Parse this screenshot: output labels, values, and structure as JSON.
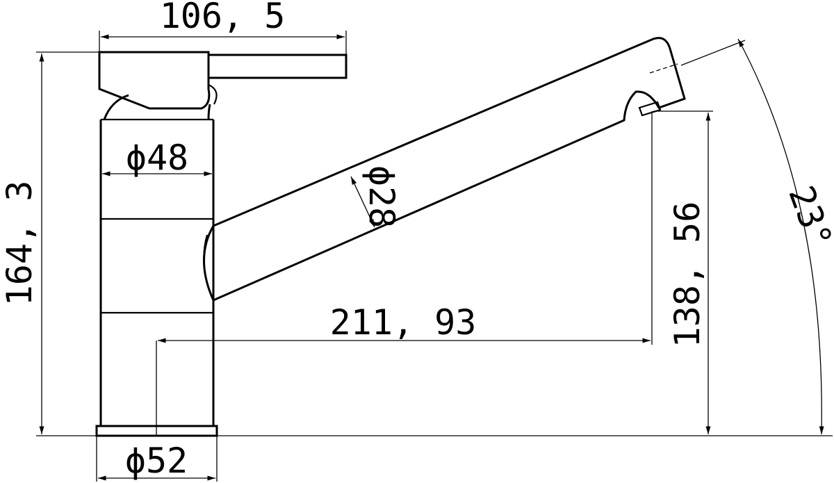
{
  "dimensions": {
    "handle_width": "106, 5",
    "total_height": "164, 3",
    "body_diameter": "ϕ48",
    "spout_diameter": "ϕ28",
    "spout_reach": "211, 93",
    "spout_height": "138, 56",
    "spout_angle": "23°",
    "base_diameter": "ϕ52"
  }
}
